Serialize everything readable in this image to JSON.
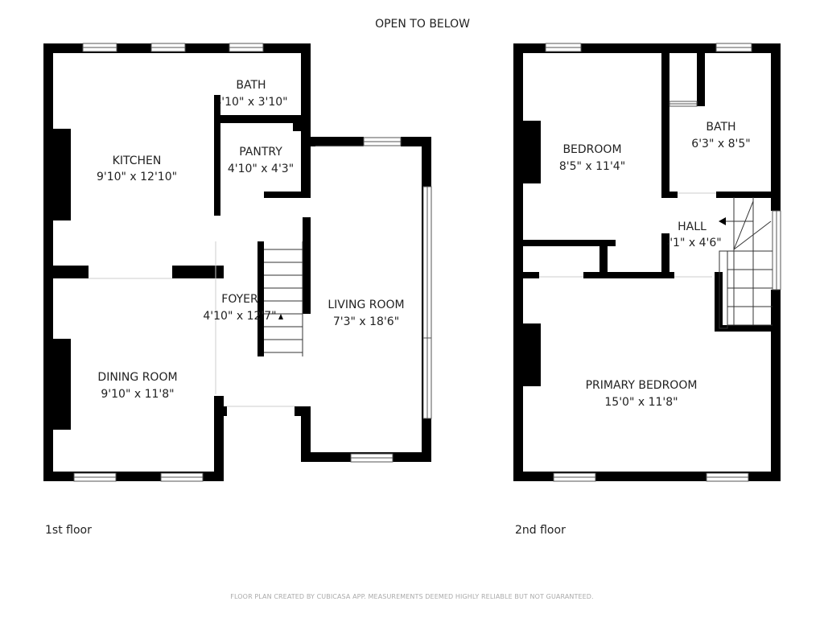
{
  "header": {
    "note": "OPEN TO BELOW"
  },
  "floors": [
    {
      "label": "1st floor",
      "rooms": [
        {
          "name": "KITCHEN",
          "size": "9'10\" x 12'10\""
        },
        {
          "name": "BATH",
          "size": "4'10\" x 3'10\""
        },
        {
          "name": "PANTRY",
          "size": "4'10\" x 4'3\""
        },
        {
          "name": "FOYER",
          "size": "4'10\" x 12'7\""
        },
        {
          "name": "LIVING ROOM",
          "size": "7'3\" x 18'6\""
        },
        {
          "name": "DINING ROOM",
          "size": "9'10\" x 11'8\""
        }
      ]
    },
    {
      "label": "2nd floor",
      "rooms": [
        {
          "name": "BEDROOM",
          "size": "8'5\" x 11'4\""
        },
        {
          "name": "BATH",
          "size": "6'3\" x 8'5\""
        },
        {
          "name": "HALL",
          "size": "3'1\" x 4'6\""
        },
        {
          "name": "PRIMARY BEDROOM",
          "size": "15'0\" x 11'8\""
        }
      ]
    }
  ],
  "footer": {
    "disclaimer": "FLOOR PLAN CREATED BY CUBICASA APP. MEASUREMENTS DEEMED HIGHLY RELIABLE BUT NOT GUARANTEED."
  },
  "colors": {
    "wall": "#000000",
    "window": "#ffffff",
    "text": "#222222"
  }
}
